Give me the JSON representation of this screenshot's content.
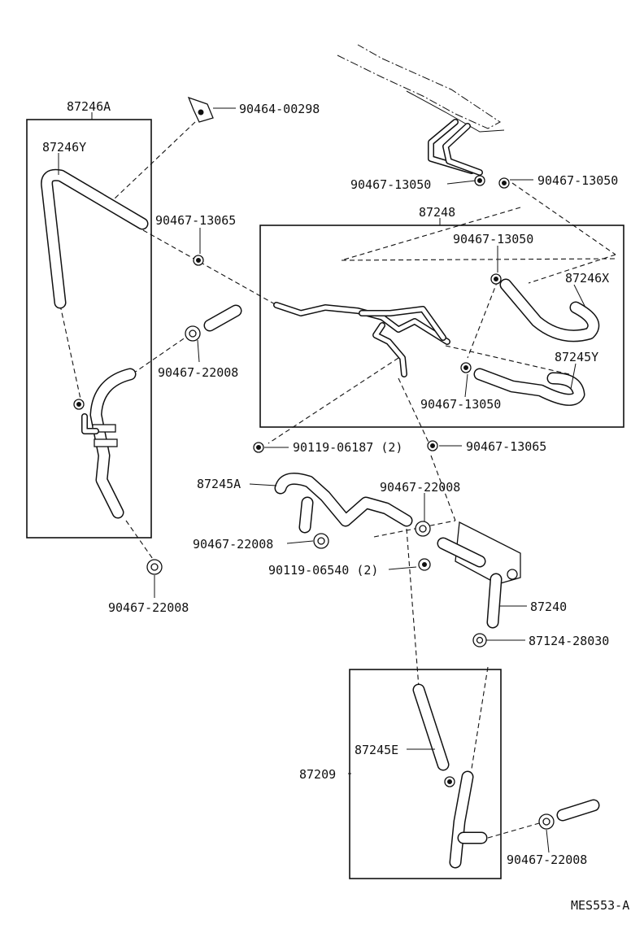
{
  "diagram": {
    "drawing_code": "MES553-A",
    "labels": {
      "box_87246A": "87246A",
      "hose_87246Y": "87246Y",
      "clip_90464_00298": "90464-00298",
      "clamp_90467_13065_a": "90467-13065",
      "clamp_90467_22008_a": "90467-22008",
      "clamp_90467_22008_b": "90467-22008",
      "box_87248": "87248",
      "clamp_90467_13050_a": "90467-13050",
      "clamp_90467_13050_b": "90467-13050",
      "clamp_90467_13050_c": "90467-13050",
      "clamp_90467_13050_d": "90467-13050",
      "hose_87246X": "87246X",
      "hose_87245Y": "87245Y",
      "bolt_90119_06187": "90119-06187 (2)",
      "clamp_90467_13065_b": "90467-13065",
      "hose_87245A": "87245A",
      "clamp_90467_22008_c": "90467-22008",
      "clamp_90467_22008_d": "90467-22008",
      "bolt_90119_06540": "90119-06540 (2)",
      "valve_87240": "87240",
      "clip_87124_28030": "87124-28030",
      "box_87209": "87209",
      "hose_87245E": "87245E",
      "clamp_90467_22008_e": "90467-22008"
    }
  }
}
